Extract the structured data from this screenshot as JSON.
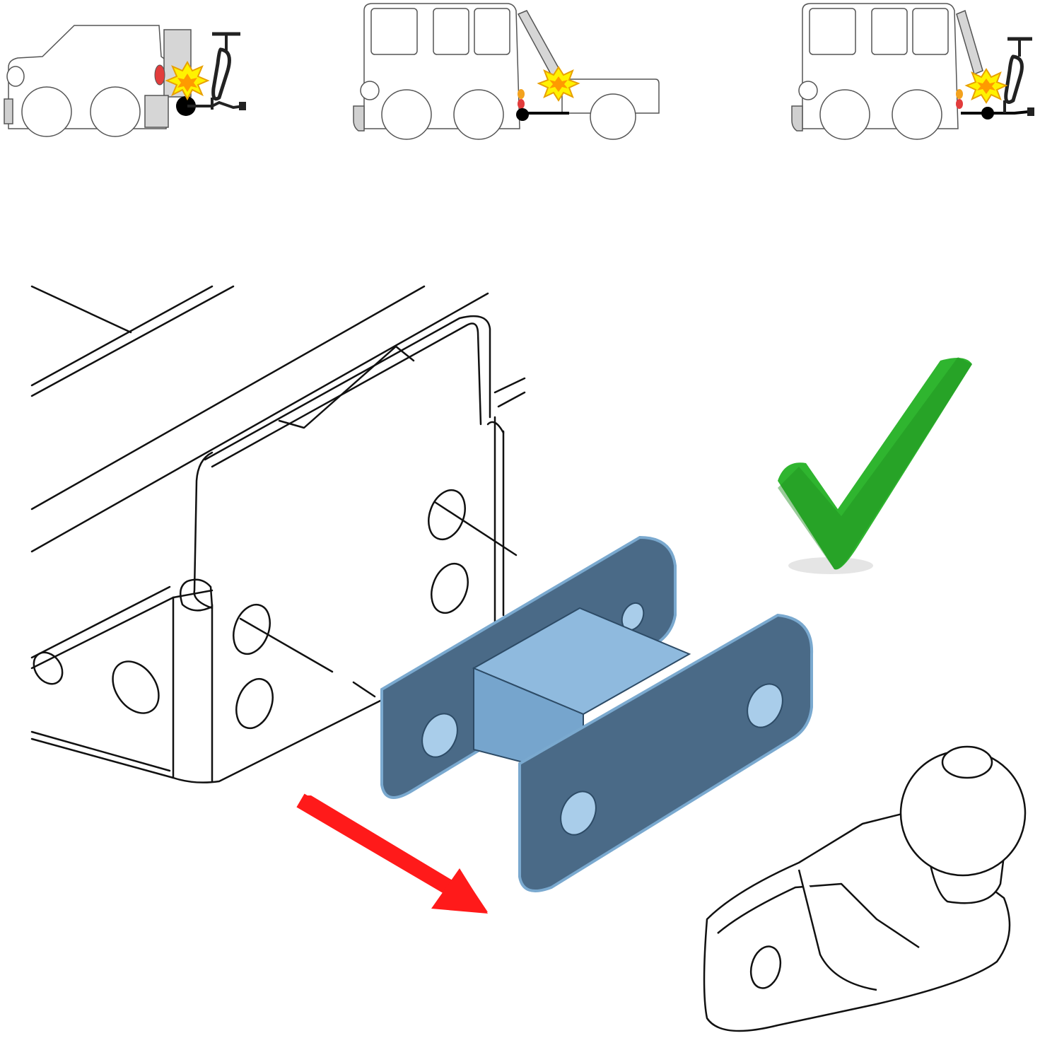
{
  "scenes": [
    {
      "id": "bike-rack-collision",
      "status": "collision"
    },
    {
      "id": "trailer-collision",
      "status": "collision"
    },
    {
      "id": "van-bike-rack-collision",
      "status": "collision"
    }
  ],
  "main": {
    "adapter_color": "#7aa9cf",
    "adapter_dark": "#405f7a",
    "arrow_color": "#ff1a1a",
    "check_color": "#2fb52f",
    "status": "ok"
  }
}
